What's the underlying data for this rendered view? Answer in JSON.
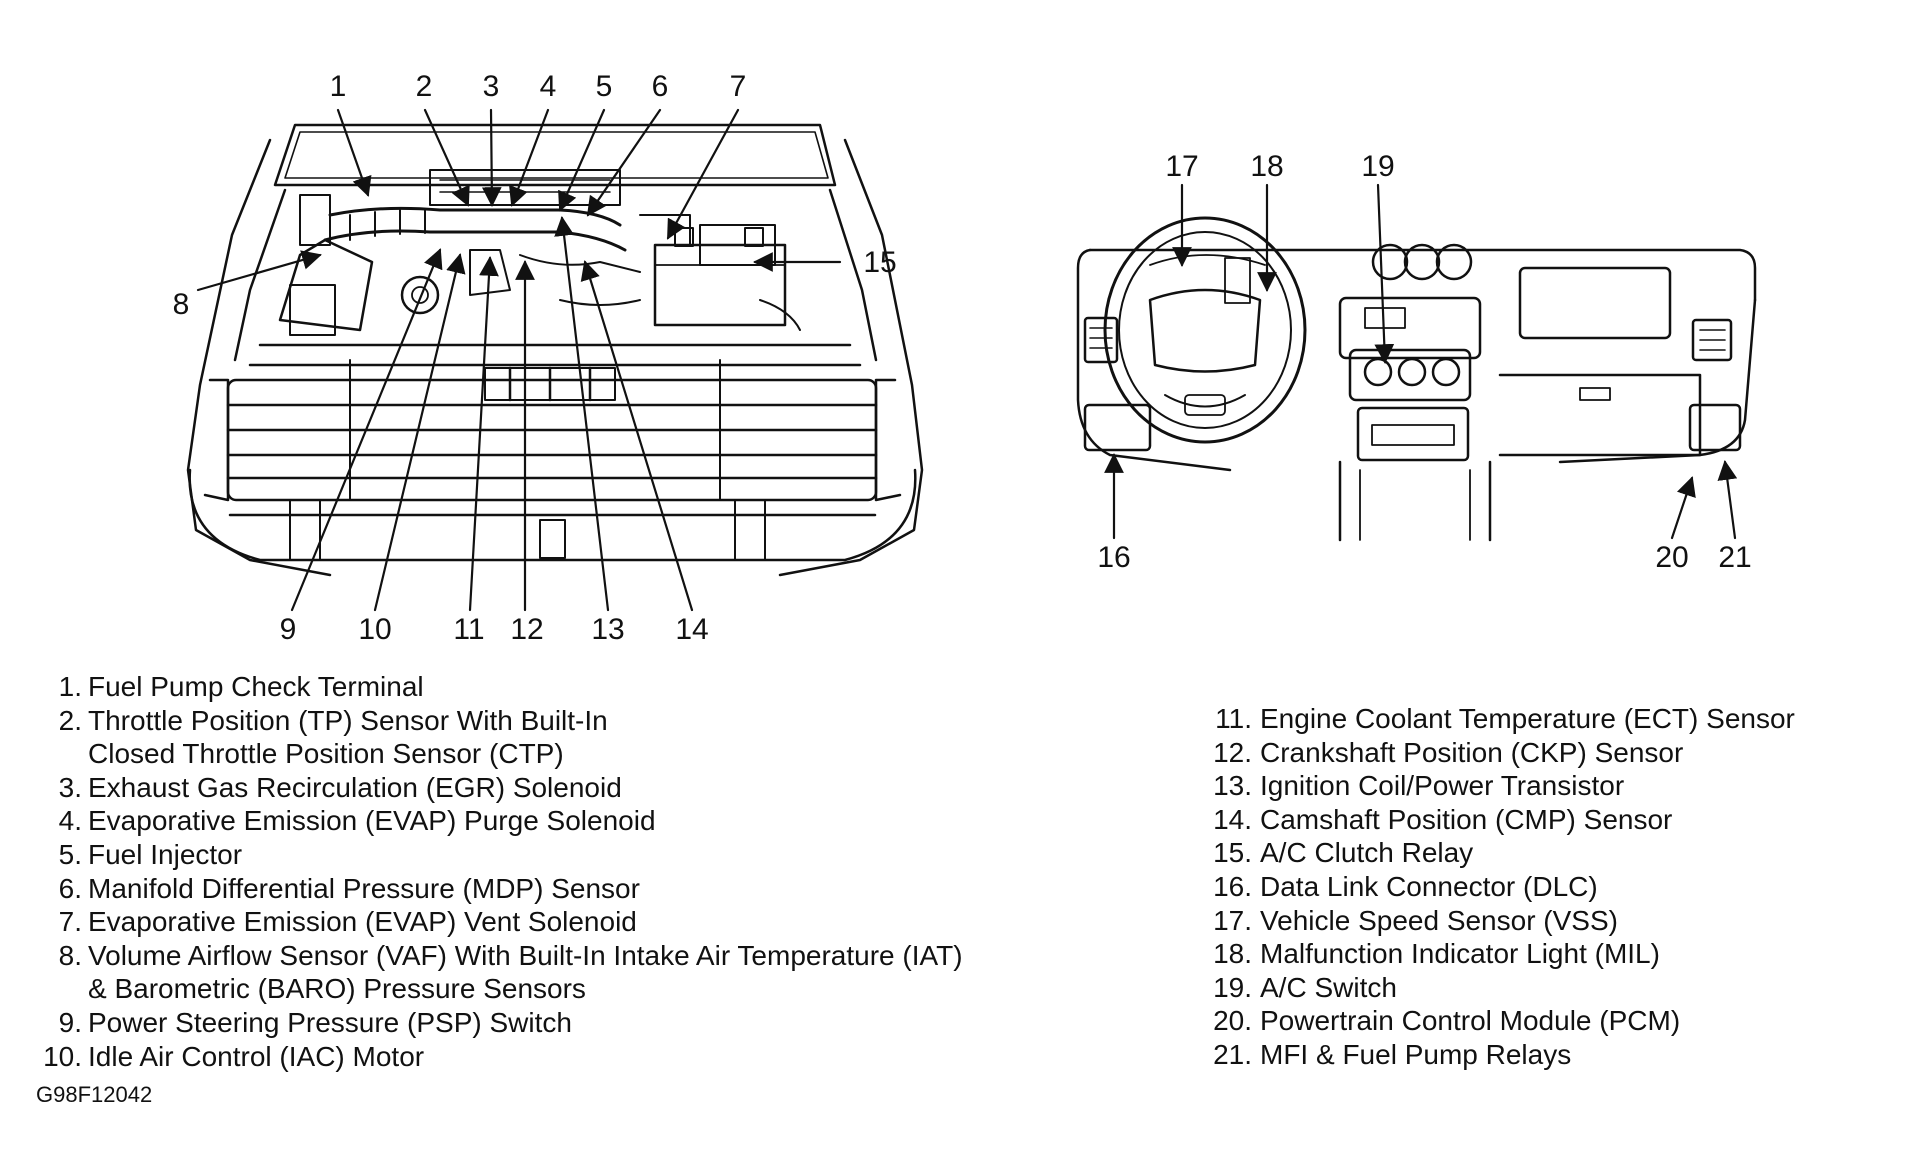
{
  "engine_callouts": [
    "1",
    "2",
    "3",
    "4",
    "5",
    "6",
    "7",
    "8",
    "9",
    "10",
    "11",
    "12",
    "13",
    "14",
    "15"
  ],
  "dash_callouts": [
    "16",
    "17",
    "18",
    "19",
    "20",
    "21"
  ],
  "legend_left": [
    {
      "num": "1.",
      "lines": [
        "Fuel Pump Check Terminal"
      ]
    },
    {
      "num": "2.",
      "lines": [
        "Throttle Position (TP) Sensor With Built-In",
        "Closed Throttle Position Sensor (CTP)"
      ]
    },
    {
      "num": "3.",
      "lines": [
        "Exhaust Gas Recirculation (EGR) Solenoid"
      ]
    },
    {
      "num": "4.",
      "lines": [
        "Evaporative Emission (EVAP) Purge Solenoid"
      ]
    },
    {
      "num": "5.",
      "lines": [
        "Fuel Injector"
      ]
    },
    {
      "num": "6.",
      "lines": [
        "Manifold Differential Pressure (MDP) Sensor"
      ]
    },
    {
      "num": "7.",
      "lines": [
        "Evaporative Emission (EVAP) Vent Solenoid"
      ]
    },
    {
      "num": "8.",
      "lines": [
        "Volume Airflow Sensor (VAF) With Built-In Intake Air Temperature (IAT)",
        "& Barometric (BARO) Pressure Sensors"
      ]
    },
    {
      "num": "9.",
      "lines": [
        "Power Steering Pressure (PSP) Switch"
      ]
    },
    {
      "num": "10.",
      "lines": [
        "Idle Air Control (IAC) Motor"
      ]
    }
  ],
  "legend_right": [
    {
      "num": "11.",
      "lines": [
        "Engine Coolant Temperature (ECT) Sensor"
      ]
    },
    {
      "num": "12.",
      "lines": [
        "Crankshaft Position (CKP) Sensor"
      ]
    },
    {
      "num": "13.",
      "lines": [
        "Ignition Coil/Power Transistor"
      ]
    },
    {
      "num": "14.",
      "lines": [
        "Camshaft Position (CMP) Sensor"
      ]
    },
    {
      "num": "15.",
      "lines": [
        "A/C Clutch Relay"
      ]
    },
    {
      "num": "16.",
      "lines": [
        "Data Link Connector (DLC)"
      ]
    },
    {
      "num": "17.",
      "lines": [
        "Vehicle Speed Sensor (VSS)"
      ]
    },
    {
      "num": "18.",
      "lines": [
        "Malfunction Indicator Light (MIL)"
      ]
    },
    {
      "num": "19.",
      "lines": [
        "A/C Switch"
      ]
    },
    {
      "num": "20.",
      "lines": [
        "Powertrain Control Module (PCM)"
      ]
    },
    {
      "num": "21.",
      "lines": [
        "MFI & Fuel Pump Relays"
      ]
    }
  ],
  "figure_id": "G98F12042"
}
